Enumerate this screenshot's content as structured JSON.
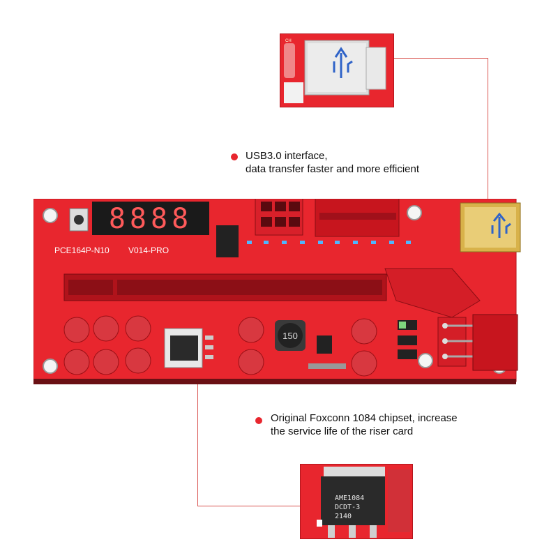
{
  "colors": {
    "board": "#e8262e",
    "board_dark": "#c01a22",
    "callout_line": "#d9534f",
    "bullet": "#e8262e",
    "gold": "#d8b24a",
    "usb_blue": "#2f63c8"
  },
  "callouts": {
    "usb": {
      "line1": "USB3.0 interface,",
      "line2": "data transfer faster and more efficient"
    },
    "chipset": {
      "line1": "Original Foxconn 1084 chipset, increase",
      "line2": "the service life of the riser card"
    }
  },
  "board": {
    "model_label": "PCE164P-N10",
    "version_label": "V014-PRO",
    "display_digits": "8888",
    "inductor_label": "150"
  },
  "chip_inset": {
    "line1": "AME1084",
    "line2": "DCDT-3",
    "line3": "2140"
  },
  "icons": {
    "usb": "usb-trident-icon",
    "bullet": "red-dot-icon"
  }
}
